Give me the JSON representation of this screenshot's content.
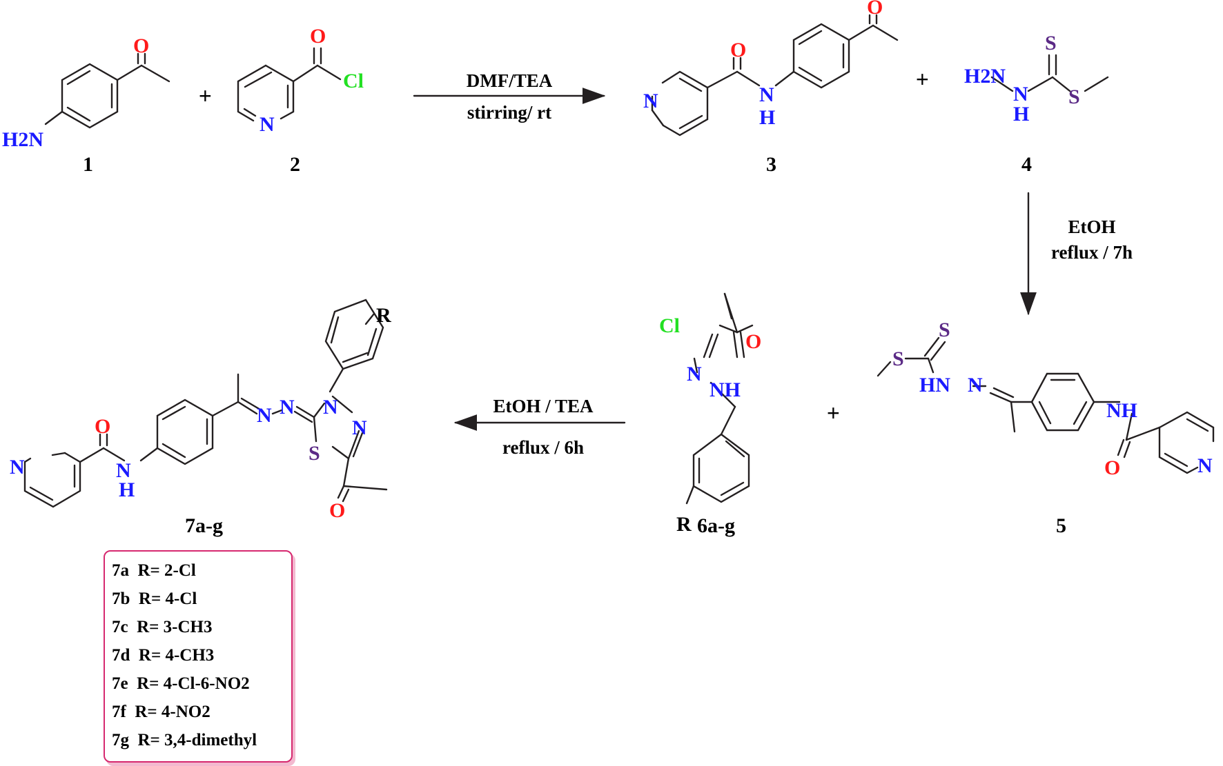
{
  "compounds": {
    "c1": {
      "label": "1",
      "atoms": {
        "nh2": "H2N",
        "o": "O"
      }
    },
    "c2": {
      "label": "2",
      "atoms": {
        "n": "N",
        "o": "O",
        "cl": "Cl"
      }
    },
    "c3": {
      "label": "3",
      "atoms": {
        "n": "N",
        "o_amide": "O",
        "nh": "N",
        "h": "H",
        "o_acetyl": "O"
      }
    },
    "c4": {
      "label": "4",
      "atoms": {
        "nh2": "H2N",
        "nh": "N",
        "h": "H",
        "s_thione": "S",
        "s_methyl": "S"
      }
    },
    "c5": {
      "label": "5",
      "atoms": {
        "s_methyl": "S",
        "s_thione": "S",
        "hn": "HN",
        "n": "N",
        "nh": "NH",
        "o": "O",
        "n_pyr": "N"
      }
    },
    "c6": {
      "label": "6a-g",
      "atoms": {
        "cl": "Cl",
        "o": "O",
        "n": "N",
        "nh": "NH",
        "r": "R"
      }
    },
    "c7": {
      "label": "7a-g",
      "atoms": {
        "n_pyr": "N",
        "o_amide": "O",
        "nh": "N",
        "h": "H",
        "n1": "N",
        "n2": "N",
        "n3": "N",
        "n4": "N",
        "s": "S",
        "o_acetyl": "O",
        "r": "R"
      }
    }
  },
  "reactions": {
    "r1": {
      "above": "DMF/TEA",
      "below": "stirring/ rt"
    },
    "r2": {
      "above": "EtOH",
      "below": "reflux / 7h"
    },
    "r3": {
      "above": "EtOH / TEA",
      "below": "reflux / 6h"
    }
  },
  "plus_sign": "+",
  "substituents": [
    {
      "code": "7a",
      "r": "R= 2-Cl"
    },
    {
      "code": "7b",
      "r": "R= 4-Cl"
    },
    {
      "code": "7c",
      "r": "R= 3-CH3"
    },
    {
      "code": "7d",
      "r": "R= 4-CH3"
    },
    {
      "code": "7e",
      "r": "R= 4-Cl-6-NO2"
    },
    {
      "code": "7f",
      "r": "R= 4-NO2"
    },
    {
      "code": "7g",
      "r": "R= 3,4-dimethyl"
    }
  ],
  "colors": {
    "nitrogen": "#1a1aff",
    "oxygen": "#ff1a1a",
    "sulfur": "#5b2a86",
    "chlorine": "#22e022",
    "box_border": "#d6286f"
  }
}
